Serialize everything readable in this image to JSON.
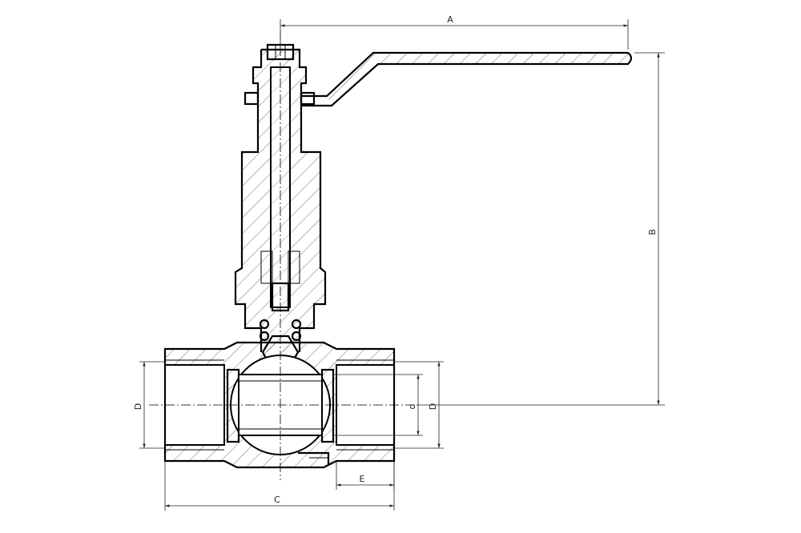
{
  "dimensions": {
    "A": "A",
    "B": "B",
    "C": "C",
    "D_left": "D",
    "D_right": "D",
    "d": "d",
    "E": "E"
  }
}
